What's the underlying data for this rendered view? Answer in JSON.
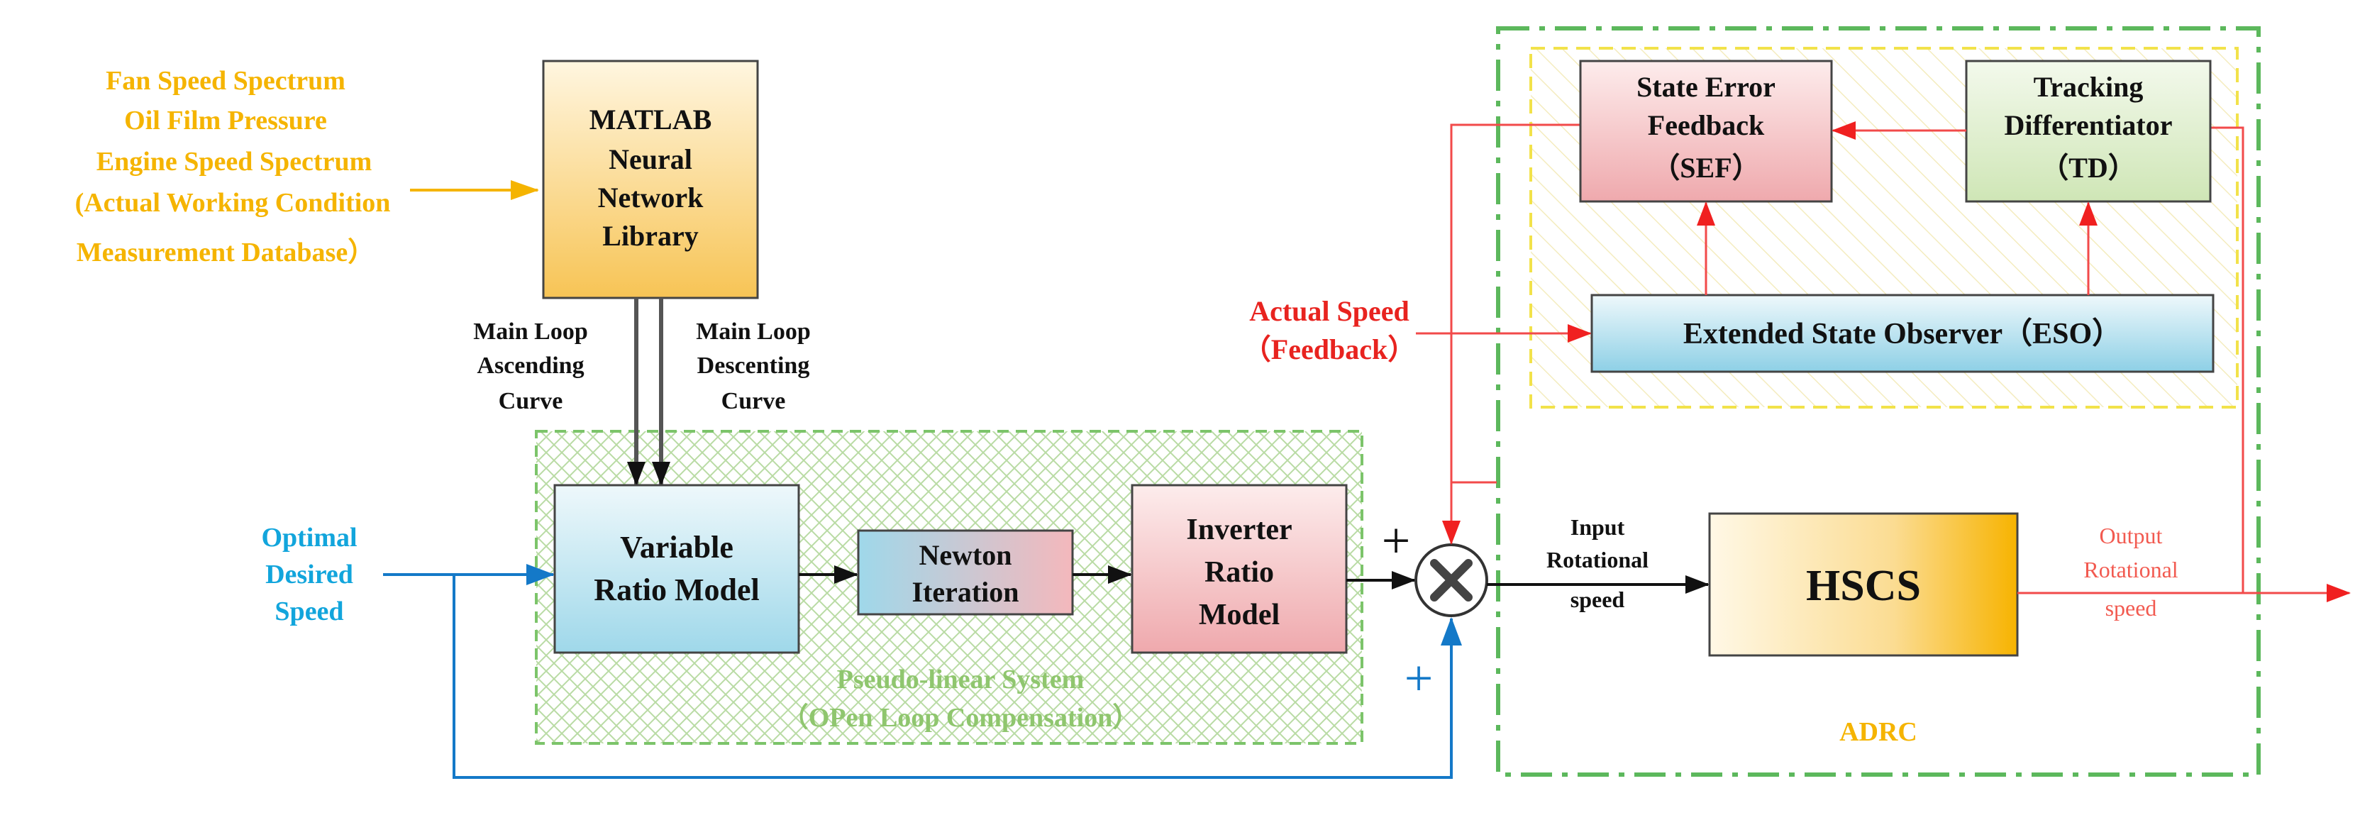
{
  "inputs": {
    "lines": [
      "Fan Speed Spectrum",
      "Oil Film Pressure",
      "Engine Speed Spectrum",
      "(Actual Working Condition",
      "Measurement Database）"
    ]
  },
  "matlab": {
    "lines": [
      "MATLAB",
      "Neural",
      "Network",
      "Library"
    ]
  },
  "curves": {
    "ascending": [
      "Main Loop",
      "Ascending",
      "Curve"
    ],
    "descending": [
      "Main Loop",
      "Descenting",
      "Curve"
    ]
  },
  "desired": {
    "lines": [
      "Optimal",
      "Desired",
      "Speed"
    ]
  },
  "variable_ratio": {
    "lines": [
      "Variable",
      "Ratio Model"
    ]
  },
  "newton": {
    "lines": [
      "Newton",
      "Iteration"
    ]
  },
  "inverter": {
    "lines": [
      "Inverter",
      "Ratio",
      "Model"
    ]
  },
  "pseudo": {
    "lines": [
      "Pseudo-linear System",
      "（OPen Loop Compensation）"
    ]
  },
  "sum": {
    "plus_top": "+",
    "plus_bottom": "+"
  },
  "actual_speed": {
    "lines": [
      "Actual Speed",
      "（Feedback）"
    ]
  },
  "sef": {
    "lines": [
      "State Error",
      "Feedback",
      "（SEF）"
    ]
  },
  "td": {
    "lines": [
      "Tracking",
      "Differentiator",
      "（TD）"
    ]
  },
  "eso": {
    "label": "Extended State Observer（ESO）"
  },
  "input_rot": {
    "lines": [
      "Input",
      "Rotational",
      "speed"
    ]
  },
  "hscs": {
    "label": "HSCS"
  },
  "output_rot": {
    "lines": [
      "Output",
      "Rotational",
      "speed"
    ]
  },
  "adrc": {
    "label": "ADRC"
  },
  "colors": {
    "orange_text": "#f5b400",
    "blue_text": "#12a5dc",
    "red_text": "#e8231f",
    "blue_line": "#1479c8",
    "red_line": "#f24a4a",
    "green_dash": "#5cb85c"
  }
}
